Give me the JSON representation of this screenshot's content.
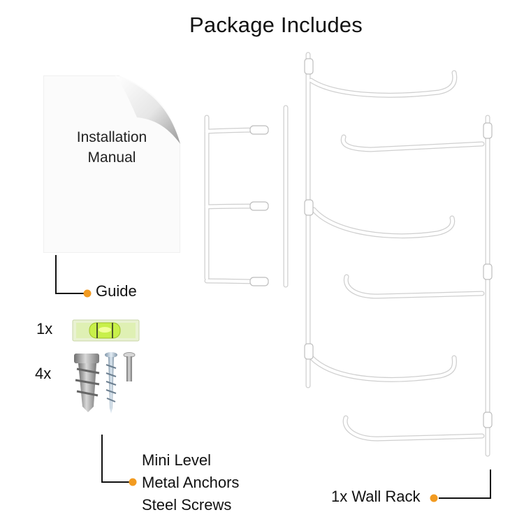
{
  "title": "Package Includes",
  "manual": {
    "line1": "Installation",
    "line2": "Manual"
  },
  "guide": {
    "label": "Guide"
  },
  "quantities": {
    "level": "1x",
    "hardware": "4x"
  },
  "hardware_labels": [
    "Mini Level",
    "Metal Anchors",
    "Steel Screws"
  ],
  "rack": {
    "label": "1x Wall Rack"
  },
  "colors": {
    "accent": "#f29b21",
    "rack": "#ffffff",
    "level_fluid": "#c8f04a"
  }
}
